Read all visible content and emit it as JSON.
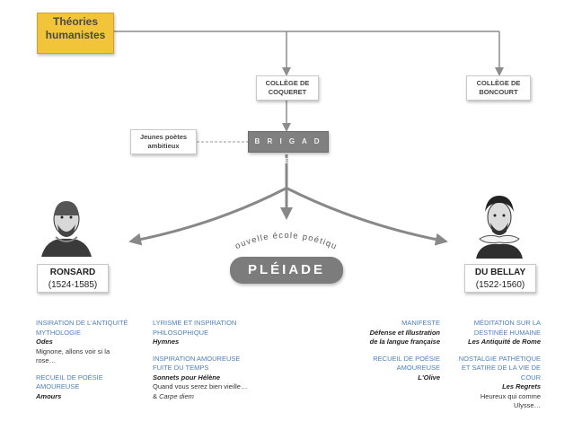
{
  "nodes": {
    "humanistes": {
      "line1": "Théories",
      "line2": "humanistes"
    },
    "coqueret": {
      "line1": "COLLÈGE DE",
      "line2": "COQUERET"
    },
    "boncourt": {
      "line1": "COLLÈGE DE",
      "line2": "BONCOURT"
    },
    "jeunes": {
      "line1": "Jeunes poètes",
      "line2": "ambitieux"
    },
    "brigade": "B R I G A D E",
    "pleiade": "PLÉIADE",
    "nouvelle": "Nouvelle école poétique"
  },
  "ronsard": {
    "name": "RONSARD",
    "dates": "(1524-1585)",
    "col1": {
      "t1": "INSIRATION DE L'ANTIQUITÉ",
      "t2": "MYTHOLOGIE",
      "w1": "Odes",
      "p1": "Mignone, allons voir si la",
      "p2": "rose…",
      "t3": "RECUEIL DE POÉSIE",
      "t4": "AMOUREUSE",
      "w2": "Amours"
    },
    "col2": {
      "t1": "LYRISME ET INSPIRATION",
      "t2": "PHILOSOPHIQUE",
      "w1": "Hymnes",
      "t3": "INSPIRATION AMOUREUSE",
      "t4": "FUITE DU TEMPS",
      "w2": "Sonnets pour Hélène",
      "p1": "Quand vous serez bien vieille…",
      "p2a": "& ",
      "p2b": "Carpe diem"
    }
  },
  "dubellay": {
    "name": "DU BELLAY",
    "dates": "(1522-1560)",
    "col1": {
      "t1": "MANIFESTE",
      "w1": "Défense et Illustration",
      "w2": "de la langue française",
      "t2": "RECUEIL DE POÉSIE",
      "t3": "AMOUREUSE",
      "w3": "L'Olive"
    },
    "col2": {
      "t1": "MÉDITATION SUR LA",
      "t2": "DESTINÉE HUMAINE",
      "w1": "Les Antiquité de Rome",
      "t3": "NOSTALGIE PATHÉTIQUE",
      "t4": "ET SATIRE DE LA VIE DE",
      "t5": "COUR",
      "w2": "Les Regrets",
      "p1": "Heureux qui comme",
      "p2": "Ulysse…"
    }
  },
  "colors": {
    "yellow": "#f2c43a",
    "grey": "#7c7c7c",
    "blue_text": "#4e7fb9",
    "connector": "#8c8c8c"
  }
}
